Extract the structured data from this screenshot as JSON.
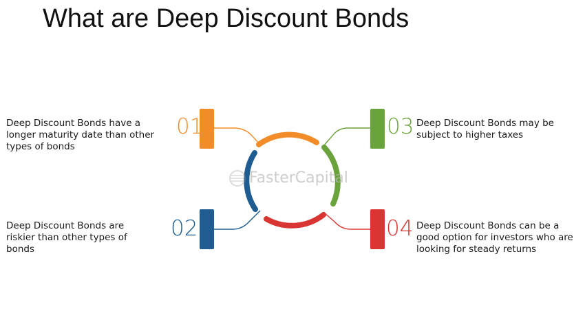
{
  "title": "What are Deep Discount Bonds",
  "watermark": {
    "text": "FasterCapital",
    "icon": "faster-capital-logo-icon"
  },
  "items": [
    {
      "number": "01",
      "color": "#f28c28",
      "text": "Deep Discount Bonds have a longer maturity date than other types of bonds"
    },
    {
      "number": "02",
      "color": "#1e5c92",
      "text": "Deep Discount Bonds are riskier than other types of bonds"
    },
    {
      "number": "03",
      "color": "#6aa33c",
      "text": "Deep Discount Bonds may be subject to higher taxes"
    },
    {
      "number": "04",
      "color": "#d93532",
      "text": "Deep Discount Bonds can be a good option for investors who are looking for steady returns"
    }
  ]
}
